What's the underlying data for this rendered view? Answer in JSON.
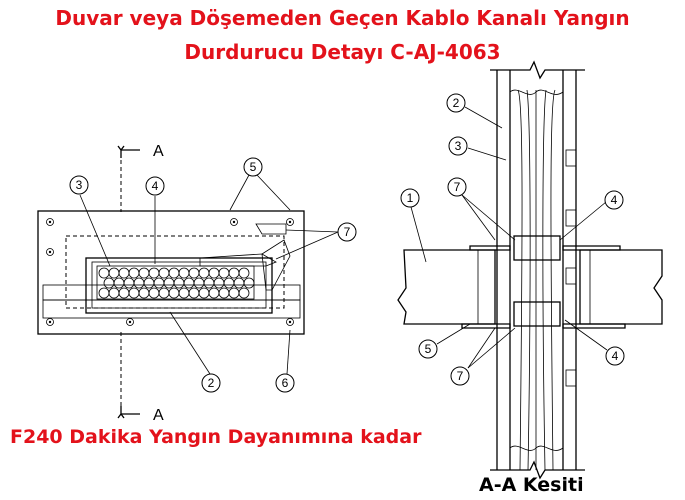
{
  "title_line1": "Duvar veya Döşemeden Geçen Kablo Kanalı Yangın",
  "title_line2": "Durdurucu Detayı C-AJ-4063",
  "subtitle": "F240 Dakika Yangın Dayanımına kadar",
  "section_label": "A-A Kesiti",
  "section_marks": [
    "A",
    "A"
  ],
  "callouts_plan": [
    "3",
    "4",
    "5",
    "7",
    "2",
    "6"
  ],
  "callouts_section": [
    "2",
    "3",
    "1",
    "7",
    "4",
    "5",
    "7",
    "4"
  ],
  "colors": {
    "title": "#e3121b",
    "line": "#000000"
  }
}
